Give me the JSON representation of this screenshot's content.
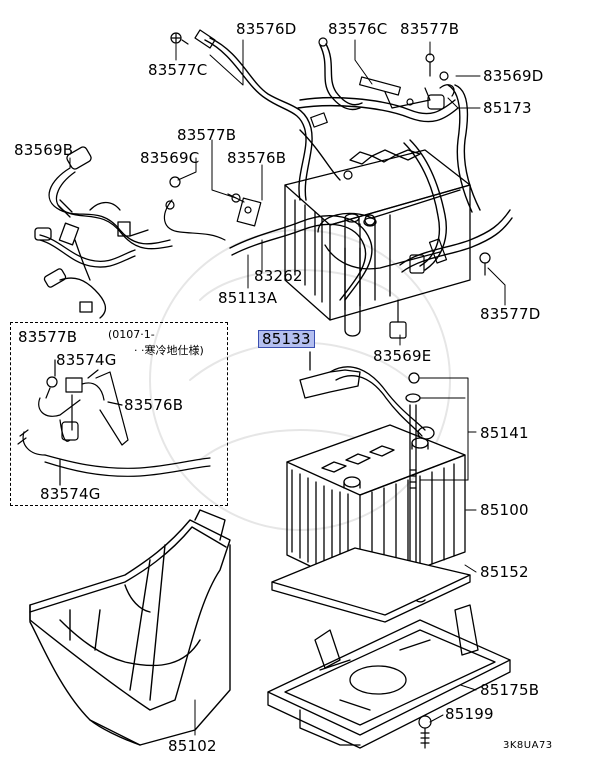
{
  "labels": {
    "p83577C": "83577C",
    "p83576D": "83576D",
    "p83576C": "83576C",
    "p83577B_top": "83577B",
    "p83569D": "83569D",
    "p85173": "85173",
    "p83569B": "83569B",
    "p83577B_mid": "83577B",
    "p83569C": "83569C",
    "p83576B_mid": "83576B",
    "p83262": "83262",
    "p85113A": "85113A",
    "p83577D": "83577D",
    "p83569E": "83569E",
    "p85133": "85133",
    "p83577B_inset": "83577B",
    "p83574G_top": "83574G",
    "p83576B_inset": "83576B",
    "p83574G_bot": "83574G",
    "p85141": "85141",
    "p85100": "85100",
    "p85152": "85152",
    "p85175B": "85175B",
    "p85199": "85199",
    "p85102": "85102"
  },
  "inset_note": {
    "line1": "(0107·1-",
    "line2": "· ·寒冷地仕様)"
  },
  "diagram_code": "3K8UA73",
  "highlight_color": "#b4bff0"
}
